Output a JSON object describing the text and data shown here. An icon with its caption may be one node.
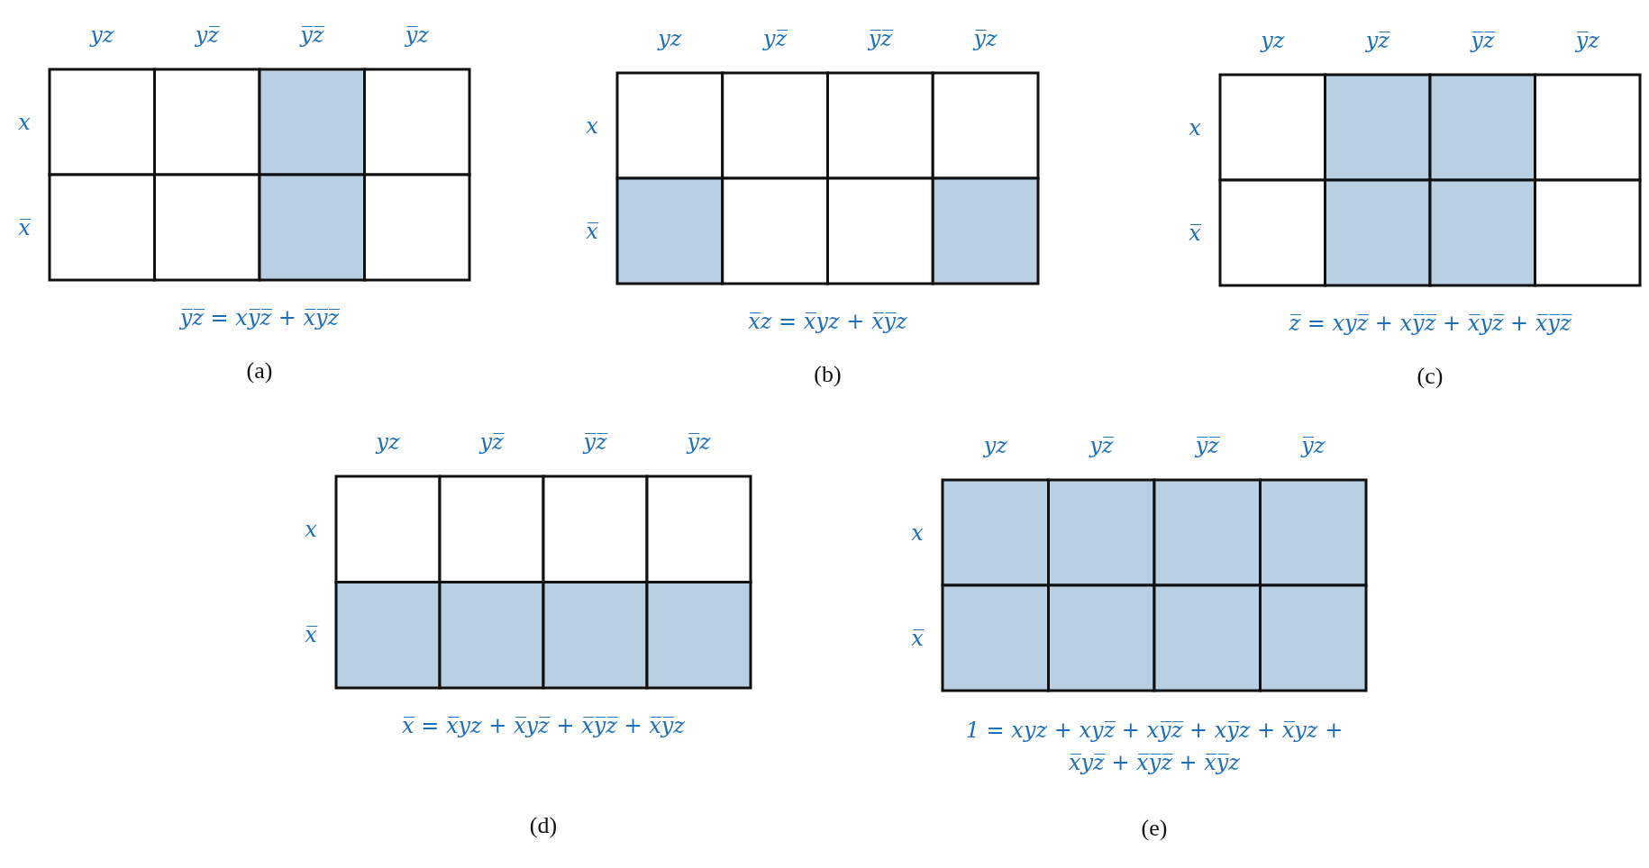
{
  "diagram": {
    "labels": [
      "yz",
      "yz̅",
      "y̅z̅",
      "y̅z",
      "x",
      "x̅",
      "y̅z̅ = xy̅z̅ + x̅y̅z̅",
      "(a)",
      "yz",
      "yz̅",
      "y̅z̅",
      "y̅z",
      "x",
      "x̅",
      "x̅z = x̅yz + x̅y̅z",
      "(b)",
      "yz",
      "yz̅",
      "y̅z̅",
      "y̅z",
      "x",
      "x̅",
      "z̅ = xyz̅ + xy̅z̅ + x̅yz̅ + x̅y̅z̅",
      "(c)",
      "yz",
      "yz̅",
      "y̅z̅",
      "y̅z",
      "x",
      "x̅",
      "x̅ = x̅yz + x̅yz̅ + x̅y̅z̅ + x̅y̅z",
      "(d)",
      "yz",
      "yz̅",
      "y̅z̅",
      "y̅z",
      "x",
      "x̅",
      "1 = xyz + xyz̅ + xy̅z̅ + xy̅z + x̅yz + x̅yz̅ + x̅y̅z̅ + x̅y̅z",
      "(e)"
    ]
  }
}
